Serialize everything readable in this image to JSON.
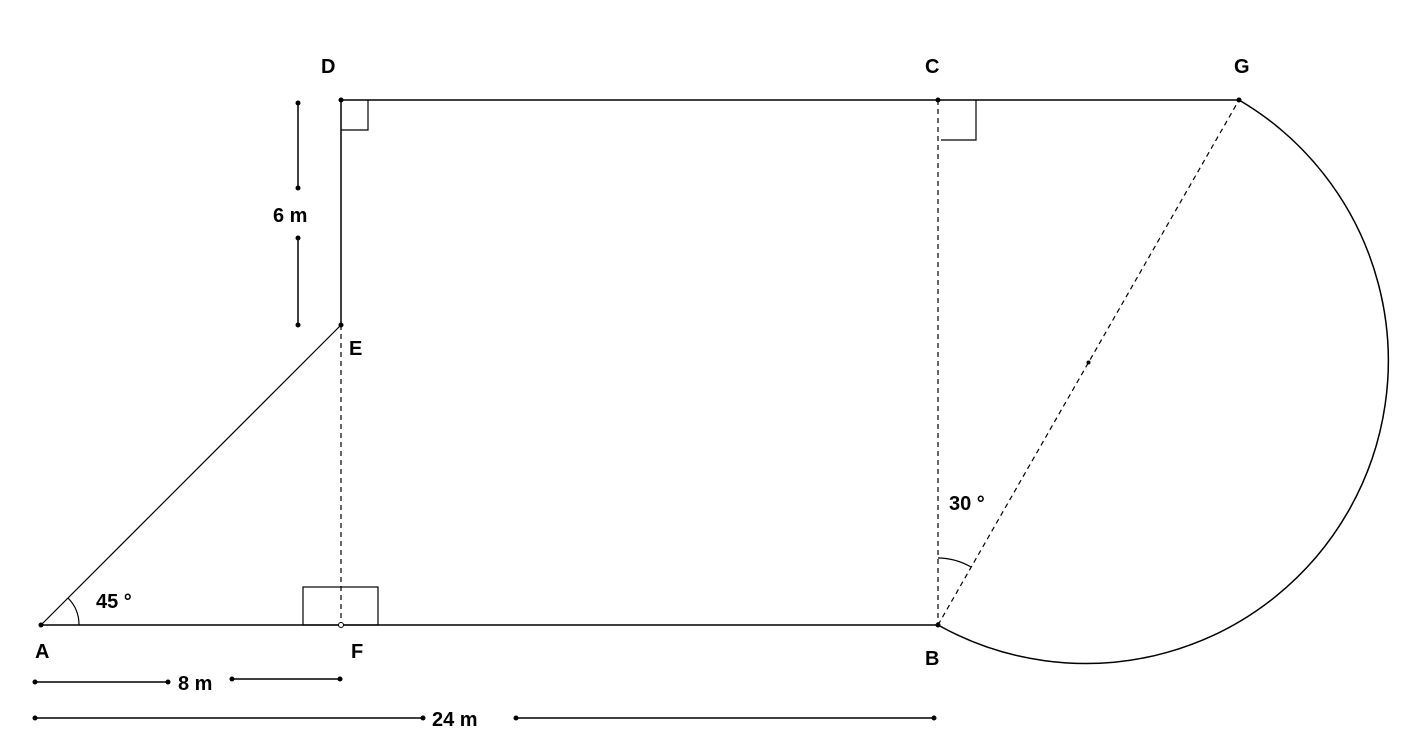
{
  "points": {
    "A": "A",
    "B": "B",
    "C": "C",
    "D": "D",
    "E": "E",
    "F": "F",
    "G": "G"
  },
  "angles": {
    "at_A": "45 °",
    "at_B": "30 °"
  },
  "dimensions": {
    "DE": "6 m",
    "AF": "8 m",
    "AB": "24 m"
  },
  "colors": {
    "stroke": "#000000",
    "background": "#ffffff"
  }
}
